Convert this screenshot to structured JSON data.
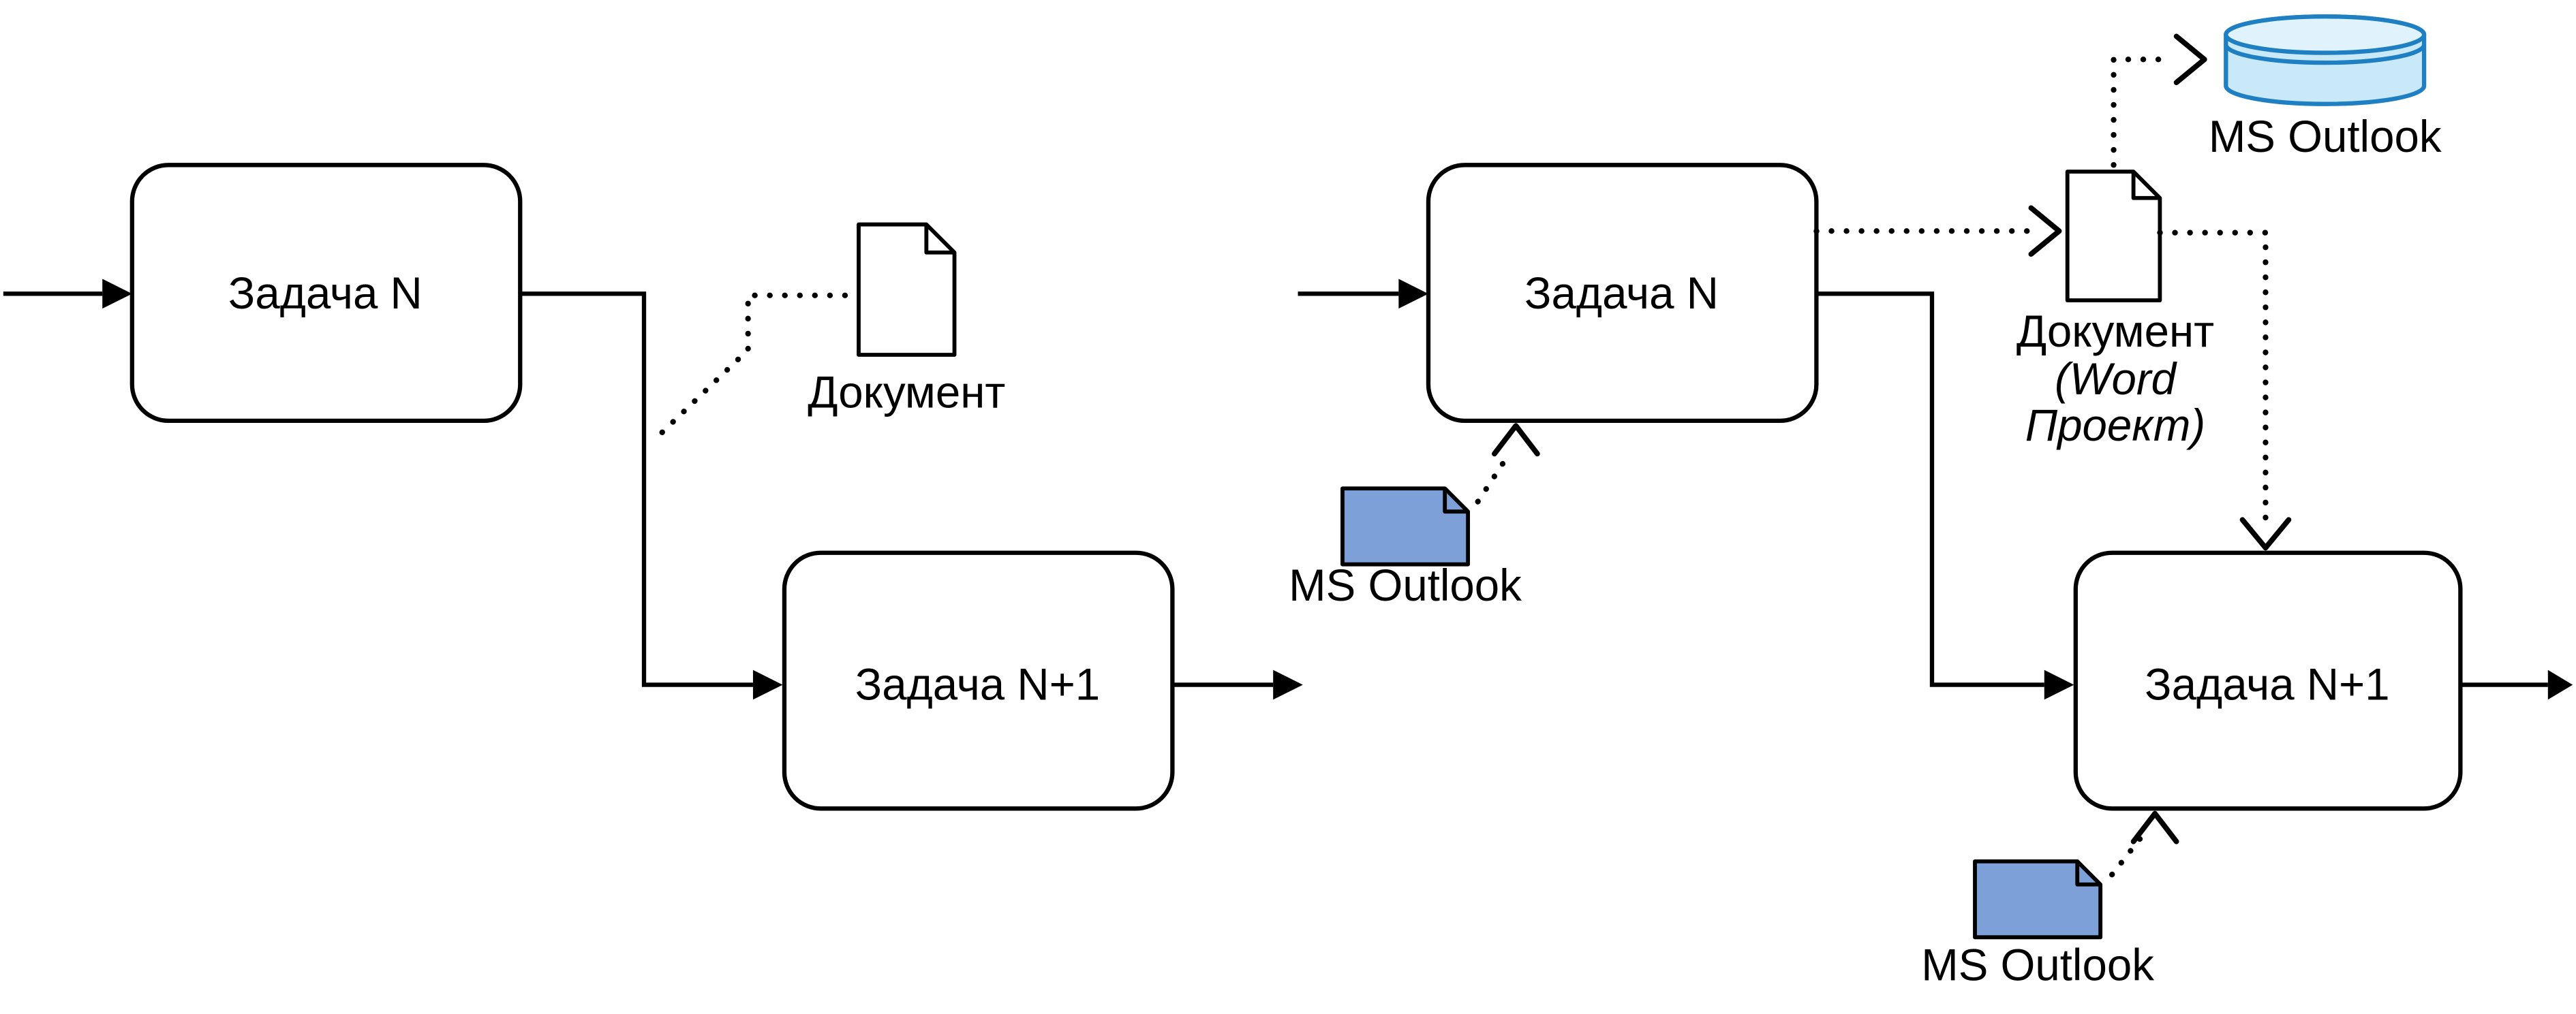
{
  "background": "#ffffff",
  "colors": {
    "flow_line": "#000000",
    "text": "#000000",
    "box_fill": "#ffffff",
    "box_stroke": "#000000",
    "document_fill": "#ffffff",
    "annotation_text": "#b05917",
    "cylinder_fill": "#c9e9f9",
    "cylinder_top_fill": "#e0f3fc",
    "cylinder_stroke": "#1e7fc2",
    "blue_document_fill": "#7da0d8"
  },
  "left_diagram": {
    "task_n": "Задача N",
    "task_n_plus_1": "Задача N+1",
    "document": "Документ"
  },
  "right_diagram": {
    "task_n": "Задача N",
    "task_n_plus_1": "Задача N+1",
    "document": "Документ",
    "document_note_line1": "(Word",
    "document_note_line2": "Проект)",
    "database_label": "MS Outlook",
    "task_n_input_label": "MS Outlook",
    "task_n_plus_1_input_label": "MS Outlook"
  }
}
